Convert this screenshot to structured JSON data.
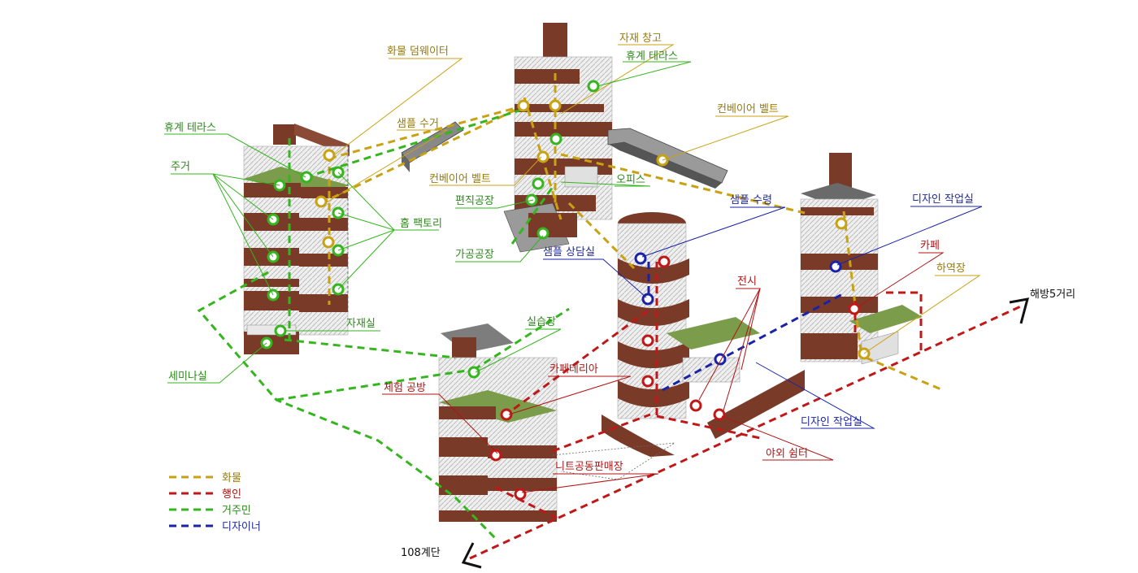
{
  "colors": {
    "cargo": "#c9a214",
    "pedestrian": "#c01818",
    "resident": "#35b51e",
    "designer": "#1a23a8",
    "label_cargo": "#9a7a05",
    "label_resident": "#2a8a17",
    "label_pedestrian": "#b01515",
    "label_designer": "#1f2aa0",
    "wall": "#7a3a28",
    "floor": "#d9d9d9",
    "roof": "#5a5a5a",
    "grass": "#7b9c4a"
  },
  "labels": {
    "cargo_dumbwaiter": "화물 덤웨이터",
    "material_storage": "자재 창고",
    "rest_terrace_top": "휴계 테라스",
    "conveyor_belt_right": "컨베이어  벨트",
    "sample_receive": "샘플  수거",
    "conveyor_belt_mid": "컨베이어 벨트",
    "rest_terrace_left": "휴계 테라스",
    "residence": "주거",
    "home_factory": "홈 팩토리",
    "office": "오피스",
    "knitting_factory": "편직공장",
    "processing_factory": "가공공장",
    "sample_consult": "샘플 상담실",
    "sample_receipt": "샘플 수령",
    "design_studio_top": "디자인 작업실",
    "cafe": "카페",
    "unloading": "하역장",
    "exhibition": "전시",
    "material_room": "자재실",
    "seminar_room": "세미나실",
    "practice_room": "실습장",
    "cafeteria": "카페테리아",
    "workshop": "체험 공방",
    "knit_shop": "니트공동판매장",
    "design_studio_bottom": "디자인 작업실",
    "outdoor_shelter": "야외 쉼터"
  },
  "directions": {
    "to_haebang": "해방5거리",
    "to_108": "108계단"
  },
  "legend": [
    {
      "label": "화물",
      "color": "#c9a214"
    },
    {
      "label": "행인",
      "color": "#c01818"
    },
    {
      "label": "거주민",
      "color": "#35b51e"
    },
    {
      "label": "디자이너",
      "color": "#1a23a8"
    }
  ]
}
